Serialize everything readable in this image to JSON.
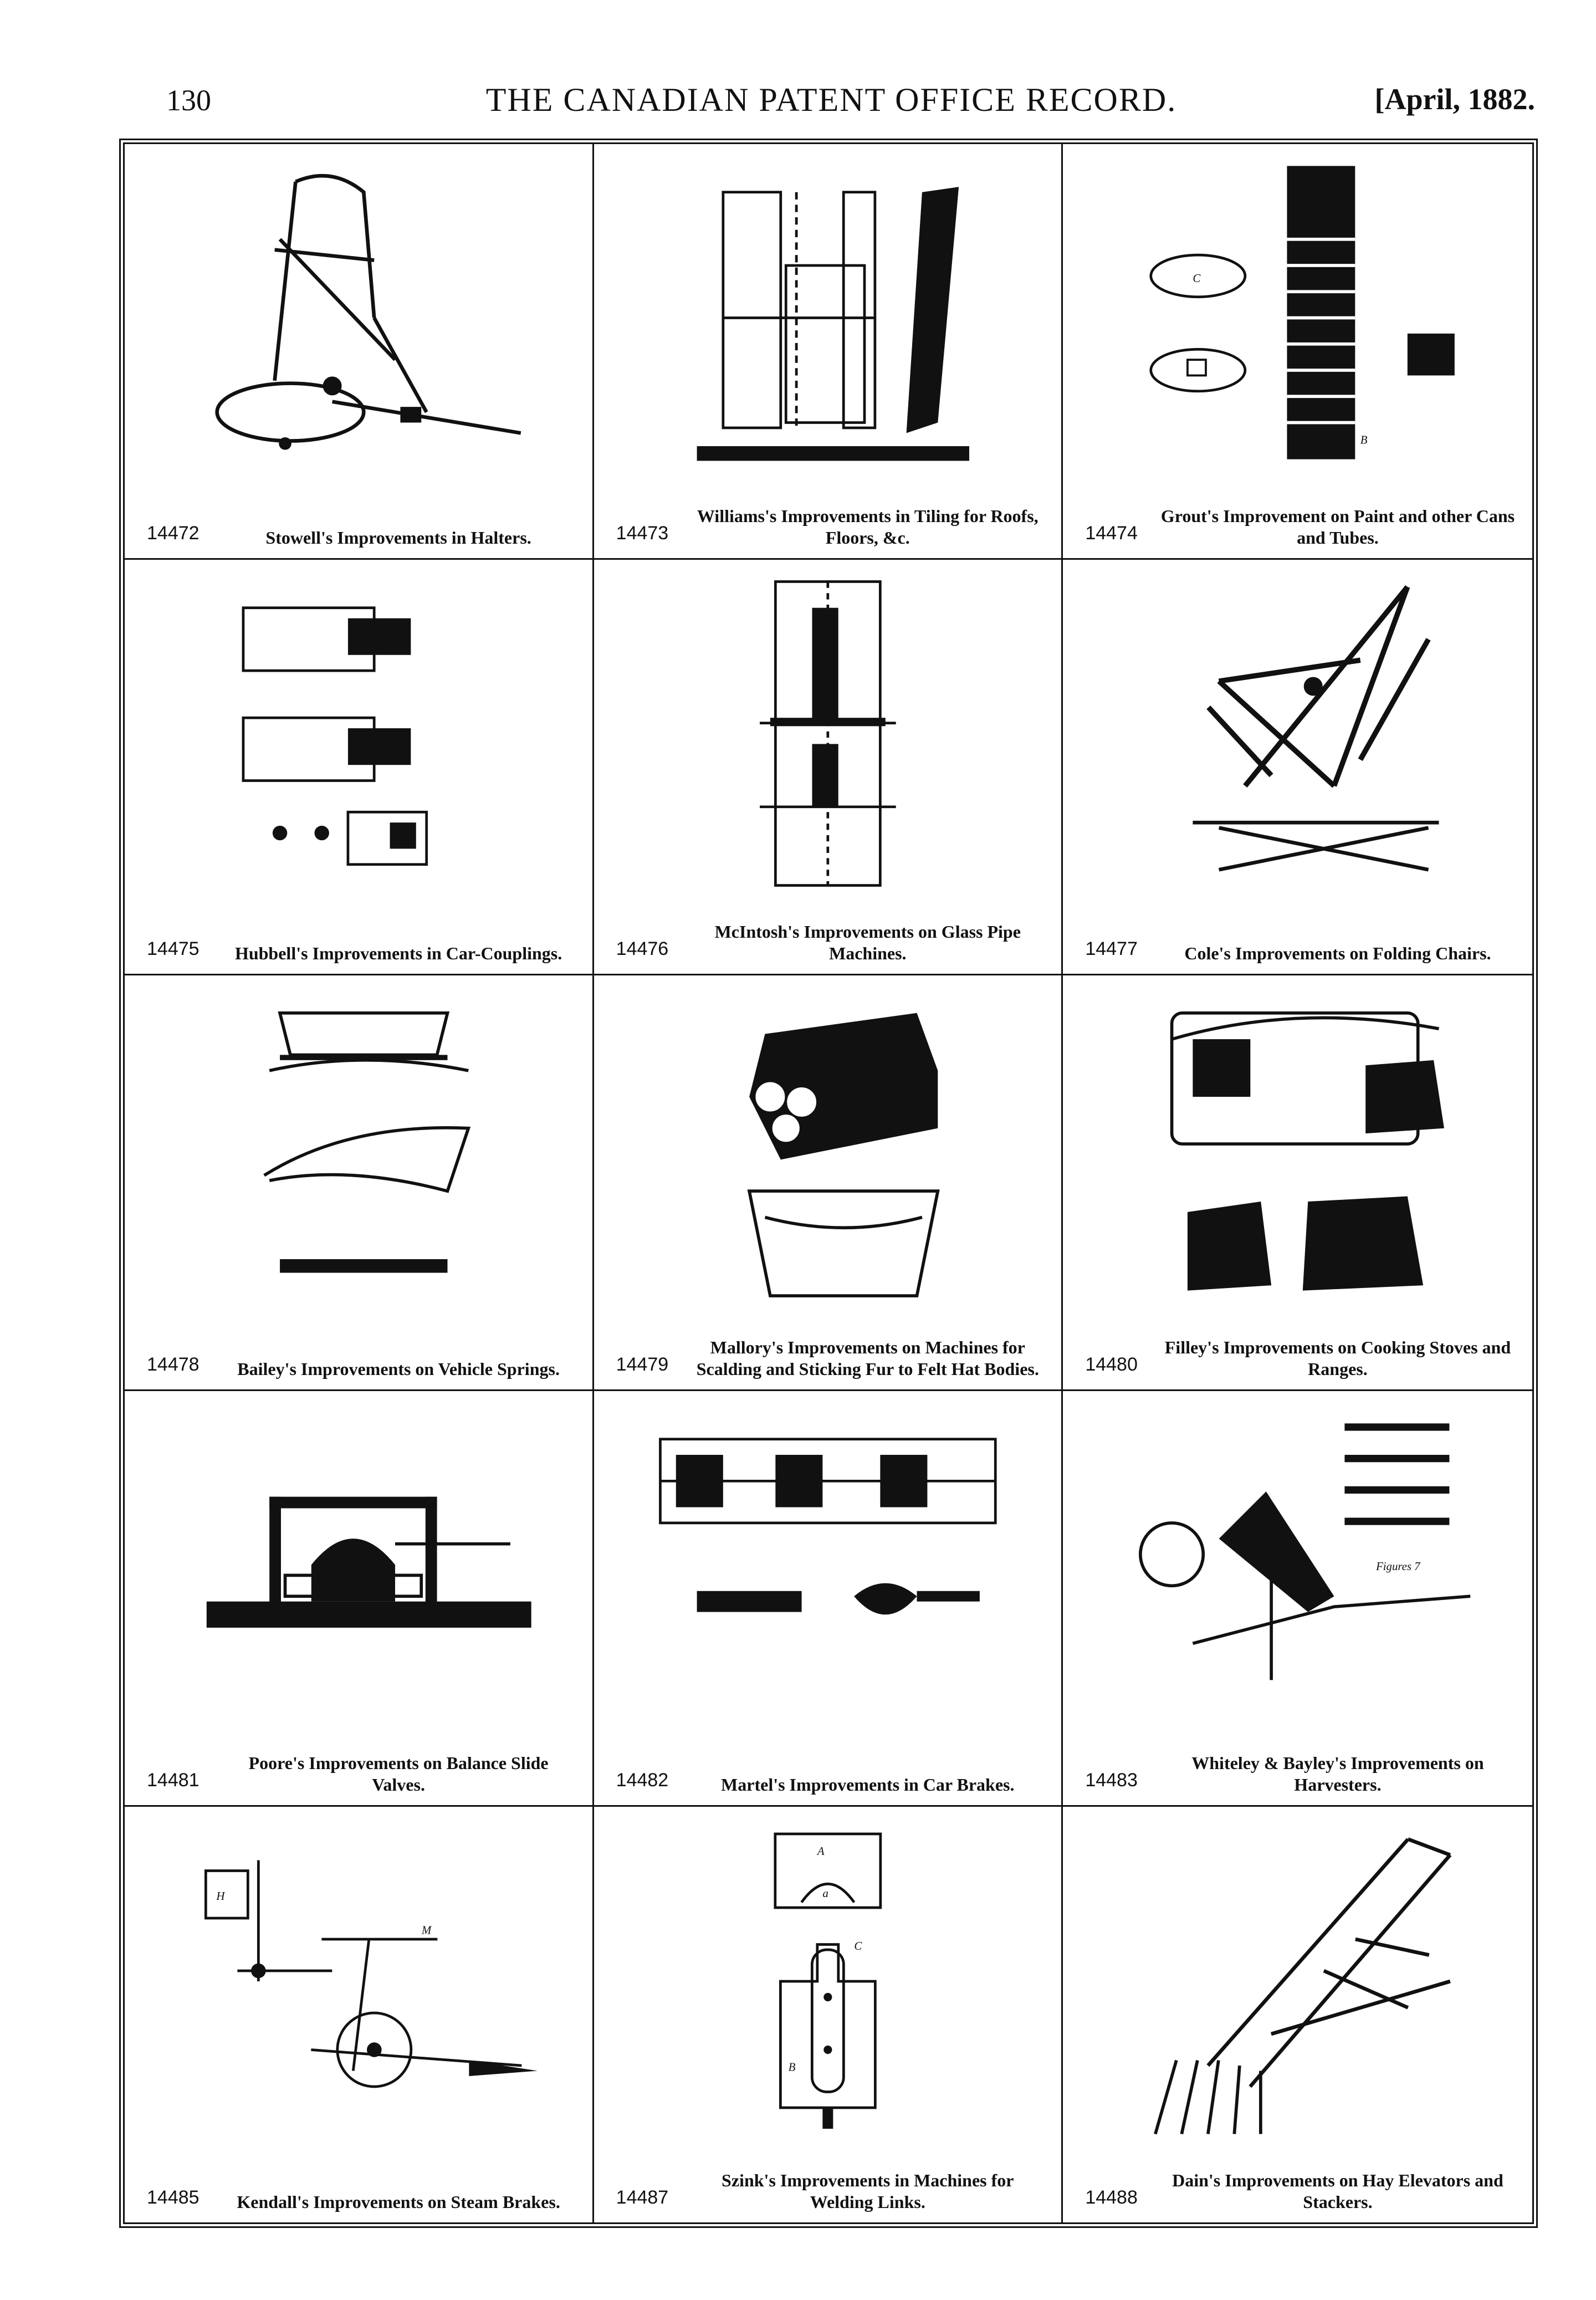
{
  "header": {
    "page_number": "130",
    "title": "THE CANADIAN PATENT OFFICE RECORD.",
    "date": "[April, 1882."
  },
  "patents": [
    {
      "number": "14472",
      "caption": "Stowell's Improvements in Halters.",
      "figure_labels": []
    },
    {
      "number": "14473",
      "caption": "Williams's Improvements in Tiling for Roofs, Floors, &c.",
      "figure_labels": []
    },
    {
      "number": "14474",
      "caption": "Grout's Improvement on Paint and other Cans and Tubes.",
      "figure_labels": [
        "C",
        "B"
      ]
    },
    {
      "number": "14475",
      "caption": "Hubbell's Improvements in Car-Couplings.",
      "figure_labels": []
    },
    {
      "number": "14476",
      "caption": "McIntosh's Improvements on Glass Pipe Machines.",
      "figure_labels": []
    },
    {
      "number": "14477",
      "caption": "Cole's Improvements on Folding Chairs.",
      "figure_labels": []
    },
    {
      "number": "14478",
      "caption": "Bailey's Improvements on Vehicle Springs.",
      "figure_labels": []
    },
    {
      "number": "14479",
      "caption": "Mallory's Improvements on Machines for Scalding and Sticking Fur to Felt Hat Bodies.",
      "figure_labels": []
    },
    {
      "number": "14480",
      "caption": "Filley's Improvements on Cooking Stoves and Ranges.",
      "figure_labels": []
    },
    {
      "number": "14481",
      "caption": "Poore's Improvements on Balance Slide Valves.",
      "figure_labels": []
    },
    {
      "number": "14482",
      "caption": "Martel's Improvements in Car Brakes.",
      "figure_labels": []
    },
    {
      "number": "14483",
      "caption": "Whiteley & Bayley's Improvements on Harvesters.",
      "figure_labels": [
        "Figures 7"
      ]
    },
    {
      "number": "14485",
      "caption": "Kendall's Improvements on Steam Brakes.",
      "figure_labels": [
        "H",
        "M"
      ]
    },
    {
      "number": "14487",
      "caption": "Szink's Improvements in Machines for Welding Links.",
      "figure_labels": [
        "A",
        "a",
        "C",
        "B"
      ]
    },
    {
      "number": "14488",
      "caption": "Dain's Improvements on Hay Elevators and Stackers.",
      "figure_labels": []
    }
  ]
}
